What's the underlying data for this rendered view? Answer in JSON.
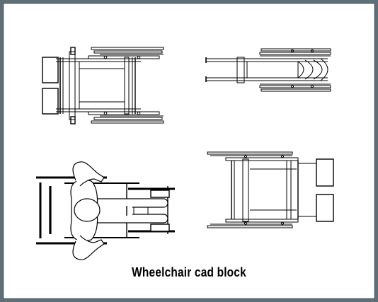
{
  "caption": "Wheelchair cad block",
  "colors": {
    "background": "#5f6f78",
    "paper": "#ffffff",
    "ink": "#000000"
  },
  "views": [
    {
      "name": "wheelchair-top-view-folded-footrests"
    },
    {
      "name": "wheelchair-side-view-folded"
    },
    {
      "name": "wheelchair-top-view-with-person"
    },
    {
      "name": "wheelchair-top-view-footrests"
    }
  ]
}
